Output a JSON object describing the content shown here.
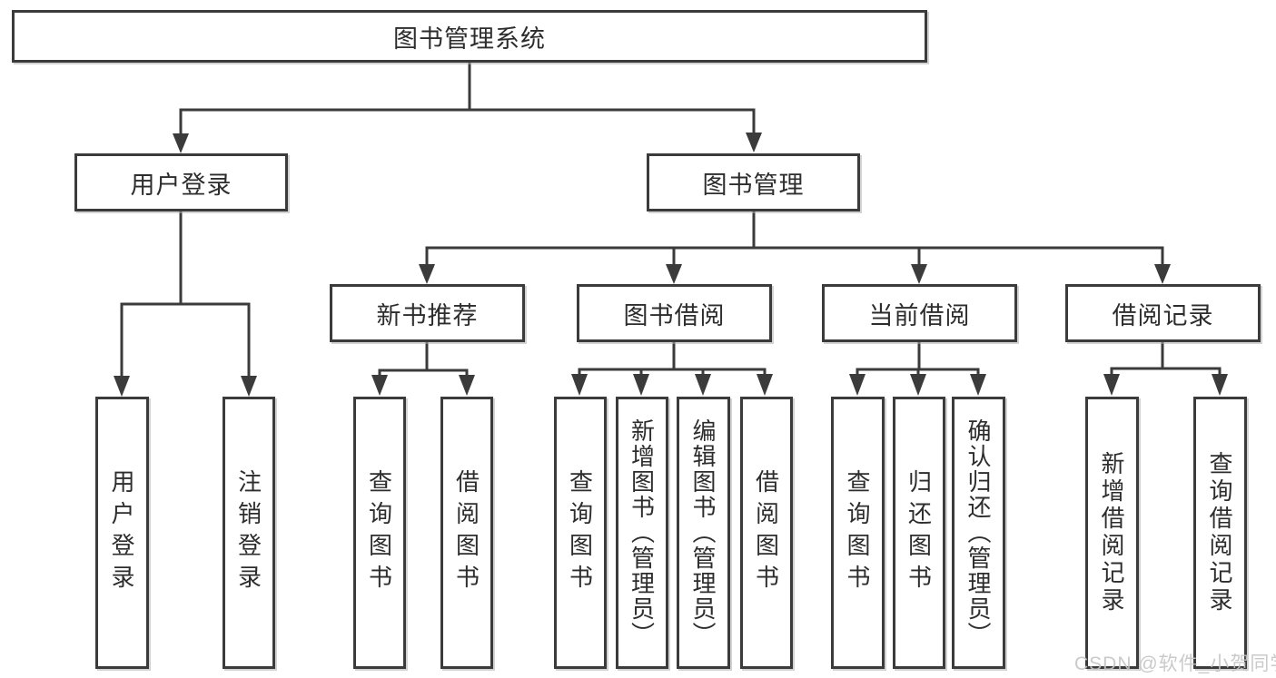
{
  "diagram": {
    "colors": {
      "line": "#3b3b3b",
      "box_border": "#3b3b3b",
      "box_fill": "#ffffff",
      "text": "#2d2d2d",
      "background": "#ffffff",
      "watermark": "#c5c5c5"
    },
    "tree": {
      "label": "图书管理系统",
      "children": [
        {
          "label": "用户登录",
          "children": [
            {
              "label": "用户登录"
            },
            {
              "label": "注销登录"
            }
          ]
        },
        {
          "label": "图书管理",
          "children": [
            {
              "label": "新书推荐",
              "children": [
                {
                  "label": "查询图书"
                },
                {
                  "label": "借阅图书"
                }
              ]
            },
            {
              "label": "图书借阅",
              "children": [
                {
                  "label": "查询图书"
                },
                {
                  "label": "新增图书（管理员）"
                },
                {
                  "label": "编辑图书（管理员）"
                },
                {
                  "label": "借阅图书"
                }
              ]
            },
            {
              "label": "当前借阅",
              "children": [
                {
                  "label": "查询图书"
                },
                {
                  "label": "归还图书"
                },
                {
                  "label": "确认归还（管理员）"
                }
              ]
            },
            {
              "label": "借阅记录",
              "children": [
                {
                  "label": "新增借阅记录"
                },
                {
                  "label": "查询借阅记录"
                }
              ]
            }
          ]
        }
      ]
    },
    "watermark": {
      "text": "CSDN @软件_小贺同学"
    }
  }
}
